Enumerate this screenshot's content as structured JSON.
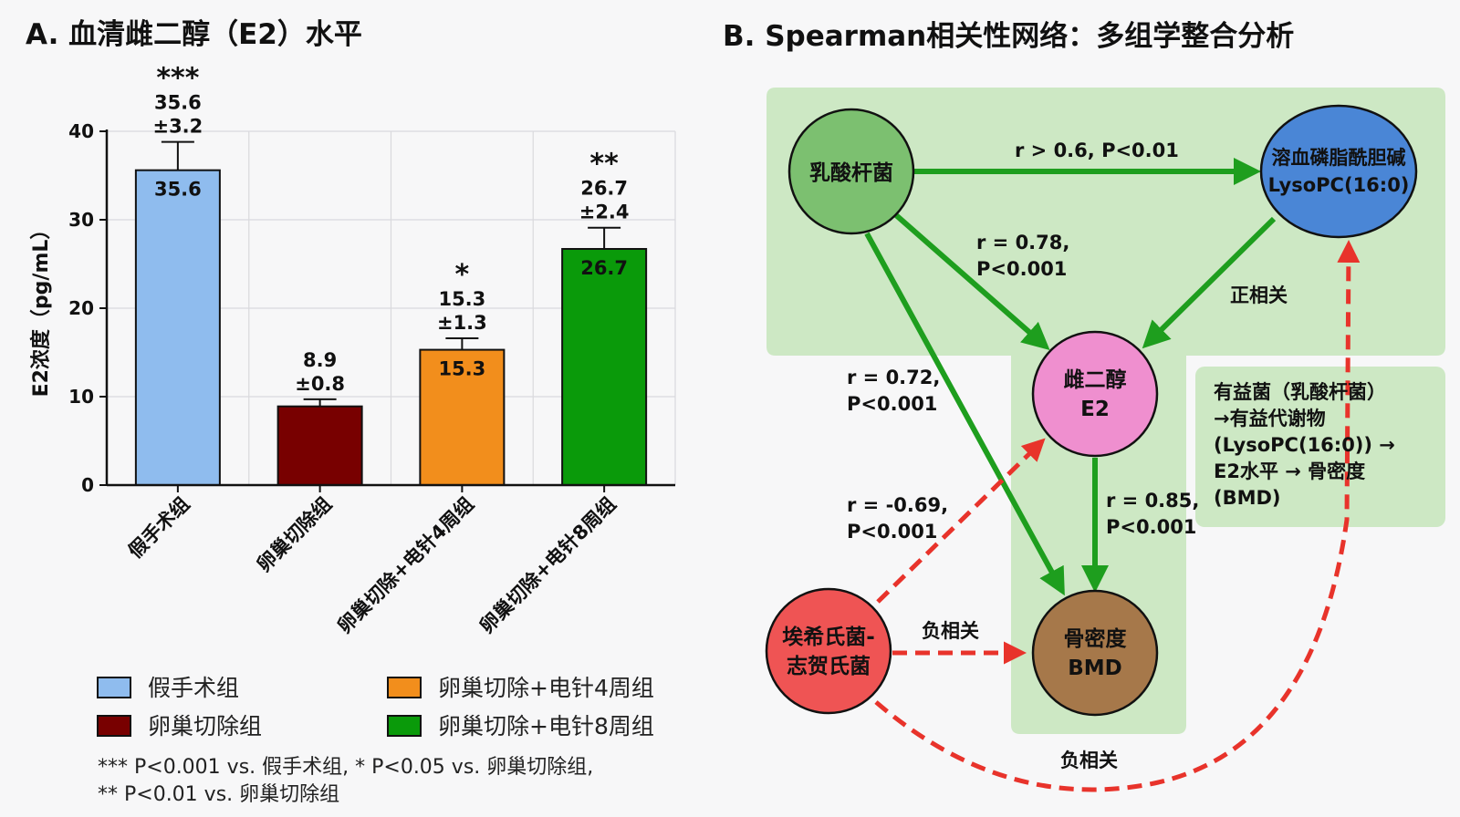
{
  "panel_a": {
    "title": "A. 血清雌二醇（E2）水平",
    "legend": [
      {
        "label": "假手术组",
        "color": "#8fbcee"
      },
      {
        "label": "卵巢切除+电针4周组",
        "color": "#f28e1c"
      },
      {
        "label": "卵巢切除组",
        "color": "#780000"
      },
      {
        "label": "卵巢切除+电针8周组",
        "color": "#0a9a0a"
      }
    ],
    "notes": [
      "*** P<0.001 vs. 假手术组,  * P<0.05 vs. 卵巢切除组,",
      "** P<0.01 vs. 卵巢切除组"
    ]
  },
  "chart_data": {
    "type": "bar",
    "title": "A. 血清雌二醇（E2）水平",
    "ylabel": "E2浓度（pg/mL）",
    "xlabel": "",
    "ylim": [
      0,
      40
    ],
    "yticks": [
      0,
      10,
      20,
      30,
      40
    ],
    "grid": true,
    "legend_position": "bottom",
    "categories": [
      "假手术组",
      "卵巢切除组",
      "卵巢切除+电针4周组",
      "卵巢切除+电针8周组"
    ],
    "values": [
      35.6,
      8.9,
      15.3,
      26.7
    ],
    "errors": [
      3.2,
      0.8,
      1.3,
      2.4
    ],
    "colors": [
      "#8fbcee",
      "#780000",
      "#f28e1c",
      "#0a9a0a"
    ],
    "value_labels": [
      "35.6",
      "",
      "15.3",
      "26.7"
    ],
    "annotations": [
      {
        "sig": "***",
        "mean": "35.6",
        "sd": "±3.2"
      },
      {
        "sig": "",
        "mean": "8.9",
        "sd": "±0.8"
      },
      {
        "sig": "*",
        "mean": "15.3",
        "sd": "±1.3"
      },
      {
        "sig": "**",
        "mean": "26.7",
        "sd": "±2.4"
      }
    ]
  },
  "panel_b": {
    "title": "B. Spearman相关性网络：多组学整合分析",
    "nodes": {
      "lacto": "乳酸杆菌",
      "lysopc_1": "溶血磷脂酰胆碱",
      "lysopc_2": "LysoPC(16:0)",
      "e2_1": "雌二醇",
      "e2_2": "E2",
      "bmd_1": "骨密度",
      "bmd_2": "BMD",
      "esch_1": "埃希氏菌-",
      "esch_2": "志贺氏菌"
    },
    "edges": {
      "lacto_lyso": "r > 0.6, P<0.01",
      "lacto_e2_1": "r = 0.78,",
      "lacto_e2_2": "P<0.001",
      "lyso_e2": "正相关",
      "lacto_bmd_1": "r = 0.72,",
      "lacto_bmd_2": "P<0.001",
      "esch_e2_1": "r = -0.69,",
      "esch_e2_2": "P<0.001",
      "e2_bmd_1": "r = 0.85,",
      "e2_bmd_2": "P<0.001",
      "esch_bmd": "负相关",
      "esch_lyso": "负相关"
    },
    "pathway": [
      "有益菌（乳酸杆菌）",
      "→有益代谢物",
      "(LysoPC(16:0)) →",
      "E2水平 → 骨密度",
      "  (BMD)"
    ],
    "colors": {
      "positive": "#1e9e1e",
      "negative": "#e8332b",
      "region": "#cde8c4",
      "lacto": "#7cc070",
      "lyso": "#4a86d6",
      "e2": "#ef8fcf",
      "bmd": "#a6784a",
      "esch": "#ef5454"
    }
  }
}
